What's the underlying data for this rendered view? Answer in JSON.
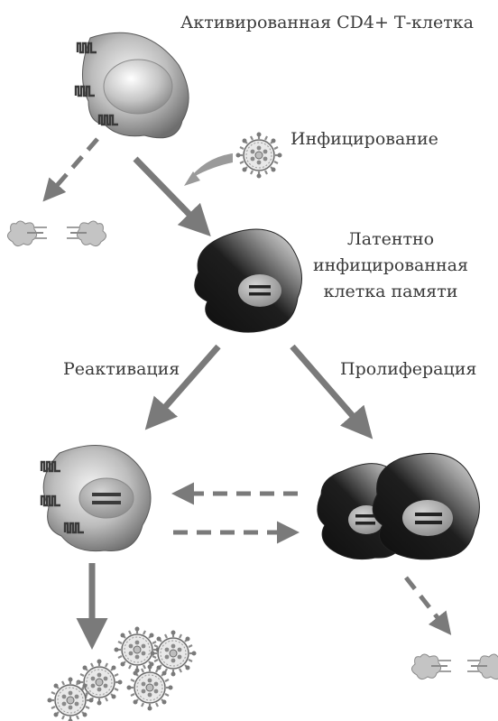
{
  "labels": {
    "activated_cd4": "Активированная CD4+ Т-клетка",
    "infection": "Инфицирование",
    "latent_line1": "Латентно",
    "latent_line2": "инфицированная",
    "latent_line3": "клетка памяти",
    "reactivation": "Реактивация",
    "proliferation": "Пролиферация"
  },
  "colors": {
    "text": "#3a3a3a",
    "arrow": "#7a7a7a",
    "cell_light": "#c8c8c8",
    "cell_dark": "#1a1a1a",
    "nucleus": "#9a9a9a",
    "virus": "#8a8a8a"
  }
}
